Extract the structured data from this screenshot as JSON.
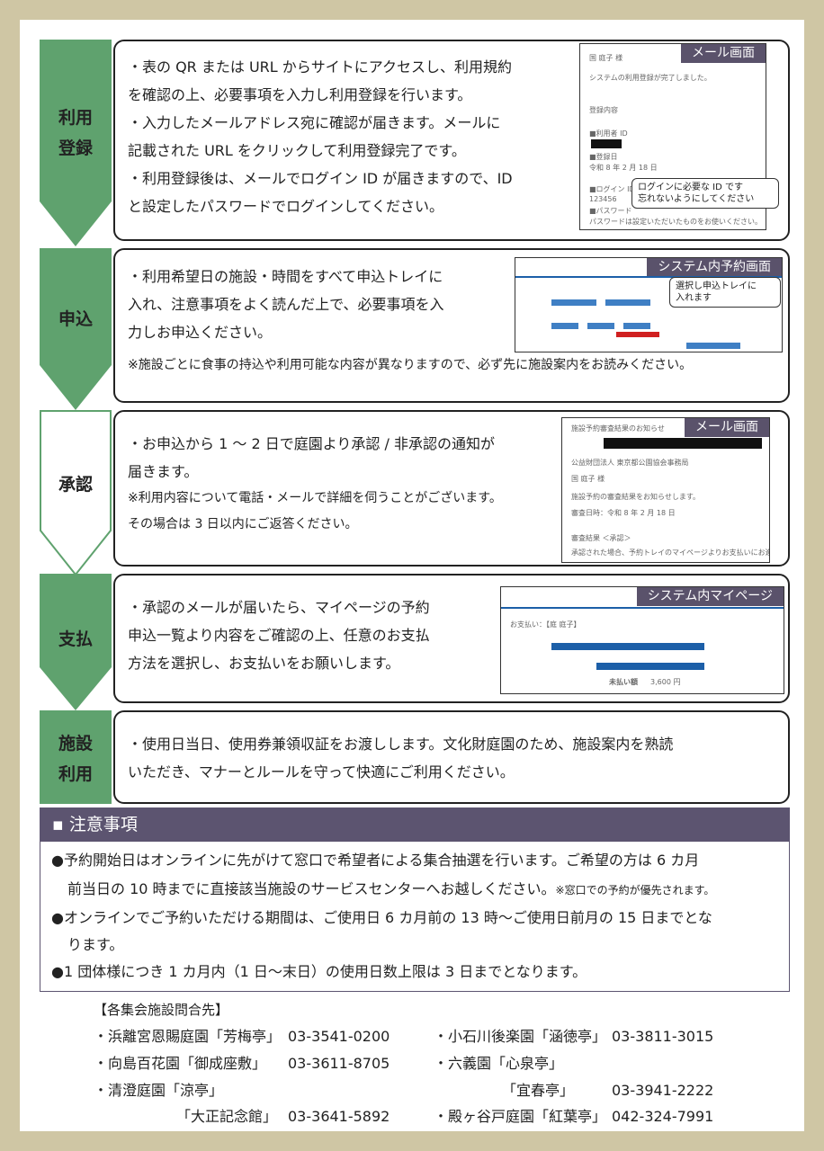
{
  "steps": [
    {
      "label_line1": "利用",
      "label_line2": "登録",
      "lines": [
        "・表の QR または URL からサイトにアクセスし、利用規約",
        "を確認の上、必要事項を入力し利用登録を行います。",
        "・入力したメールアドレス宛に確認が届きます。メールに",
        "記載された URL をクリックして利用登録完了です。",
        "・利用登録後は、メールでログイン ID が届きますので、ID",
        "と設定したパスワードでログインしてください。"
      ],
      "screenshot": {
        "tag": "メール画面",
        "rows": [
          "国 庭子 様",
          "システムの利用登録が完了しました。",
          "登録内容",
          "■利用者 ID",
          "■登録日",
          "令和 8 年 2 月 18 日",
          "■ログイン ID",
          "123456",
          "■パスワード",
          "パスワードは設定いただいたものをお使いください。"
        ],
        "bubble_line1": "ログインに必要な ID です",
        "bubble_line2": "忘れないようにしてください"
      }
    },
    {
      "label_line1": "申込",
      "lines": [
        "・利用希望日の施設・時間をすべて申込トレイに",
        "入れ、注意事項をよく読んだ上で、必要事項を入",
        "力しお申込ください。"
      ],
      "note": "※施設ごとに食事の持込や利用可能な内容が異なりますので、必ず先に施設案内をお読みください。",
      "screenshot": {
        "tag": "システム内予約画面",
        "bubble_line1": "選択し申込トレイに",
        "bubble_line2": "入れます"
      }
    },
    {
      "label_line1": "承認",
      "lines": [
        "・お申込から 1 ～ 2 日で庭園より承認 / 非承認の通知が",
        "届きます。"
      ],
      "notes": [
        "※利用内容について電話・メールで詳細を伺うことがございます。",
        "その場合は 3 日以内にご返答ください。"
      ],
      "screenshot": {
        "tag": "メール画面",
        "rows": [
          "施設予約審査結果のお知らせ",
          "公益財団法人 東京都公園協会事務局",
          "国 庭子 様",
          "施設予約の審査結果をお知らせします。",
          "審査日時：令和 8 年 2 月 18 日",
          "審査結果 ＜承認＞",
          "承認された場合、予約トレイのマイページよりお支払いにお進みください。"
        ]
      }
    },
    {
      "label_line1": "支払",
      "lines": [
        "・承認のメールが届いたら、マイページの予約",
        "申込一覧より内容をご確認の上、任意のお支払",
        "方法を選択し、お支払いをお願いします。"
      ],
      "screenshot": {
        "tag": "システム内マイページ",
        "rows": [
          "お支払い：【庭 庭子】",
          "未払い額",
          "3,600 円"
        ]
      }
    },
    {
      "label_line1": "施設",
      "label_line2": "利用",
      "lines": [
        "・使用日当日、使用券兼領収証をお渡しします。文化財庭園のため、施設案内を熟読",
        "いただき、マナーとルールを守って快適にご利用ください。"
      ]
    }
  ],
  "notice": {
    "title": "▪ 注意事項",
    "items": [
      {
        "bullet": "●",
        "line1": "予約開始日はオンラインに先がけて窓口で希望者による集合抽選を行います。ご希望の方は 6 カ月",
        "line2": "前当日の 10 時までに直接該当施設のサービスセンターへお越しください。",
        "line2_small": "※窓口での予約が優先されます。"
      },
      {
        "bullet": "●",
        "line1": "オンラインでご予約いただける期間は、ご使用日 6 カ月前の 13 時～ご使用日前月の 15 日までとな",
        "line2": "ります。"
      },
      {
        "bullet": "●",
        "line1": "1 団体様につき 1 カ月内（1 日～末日）の使用日数上限は 3 日までとなります。"
      }
    ]
  },
  "contacts": {
    "title": "【各集会施設問合先】",
    "left": [
      {
        "name": "・浜離宮恩賜庭園「芳梅亭」",
        "phone": "03-3541-0200"
      },
      {
        "name": "・向島百花園「御成座敷」",
        "phone": "03-3611-8705"
      },
      {
        "name": "・清澄庭園「涼亭」",
        "phone": ""
      },
      {
        "name": "「大正記念館」",
        "phone": "03-3641-5892"
      }
    ],
    "right": [
      {
        "name": "・小石川後楽園「涵徳亭」",
        "phone": "03-3811-3015"
      },
      {
        "name": "・六義園「心泉亭」",
        "phone": ""
      },
      {
        "name": "「宜春亭」",
        "phone": "03-3941-2222"
      },
      {
        "name": "・殿ヶ谷戸庭園「紅葉亭」",
        "phone": "042-324-7991"
      }
    ]
  },
  "colors": {
    "step_green": "#5fa26e",
    "notice_purple": "#5c5470",
    "frame": "#cfc6a4"
  }
}
